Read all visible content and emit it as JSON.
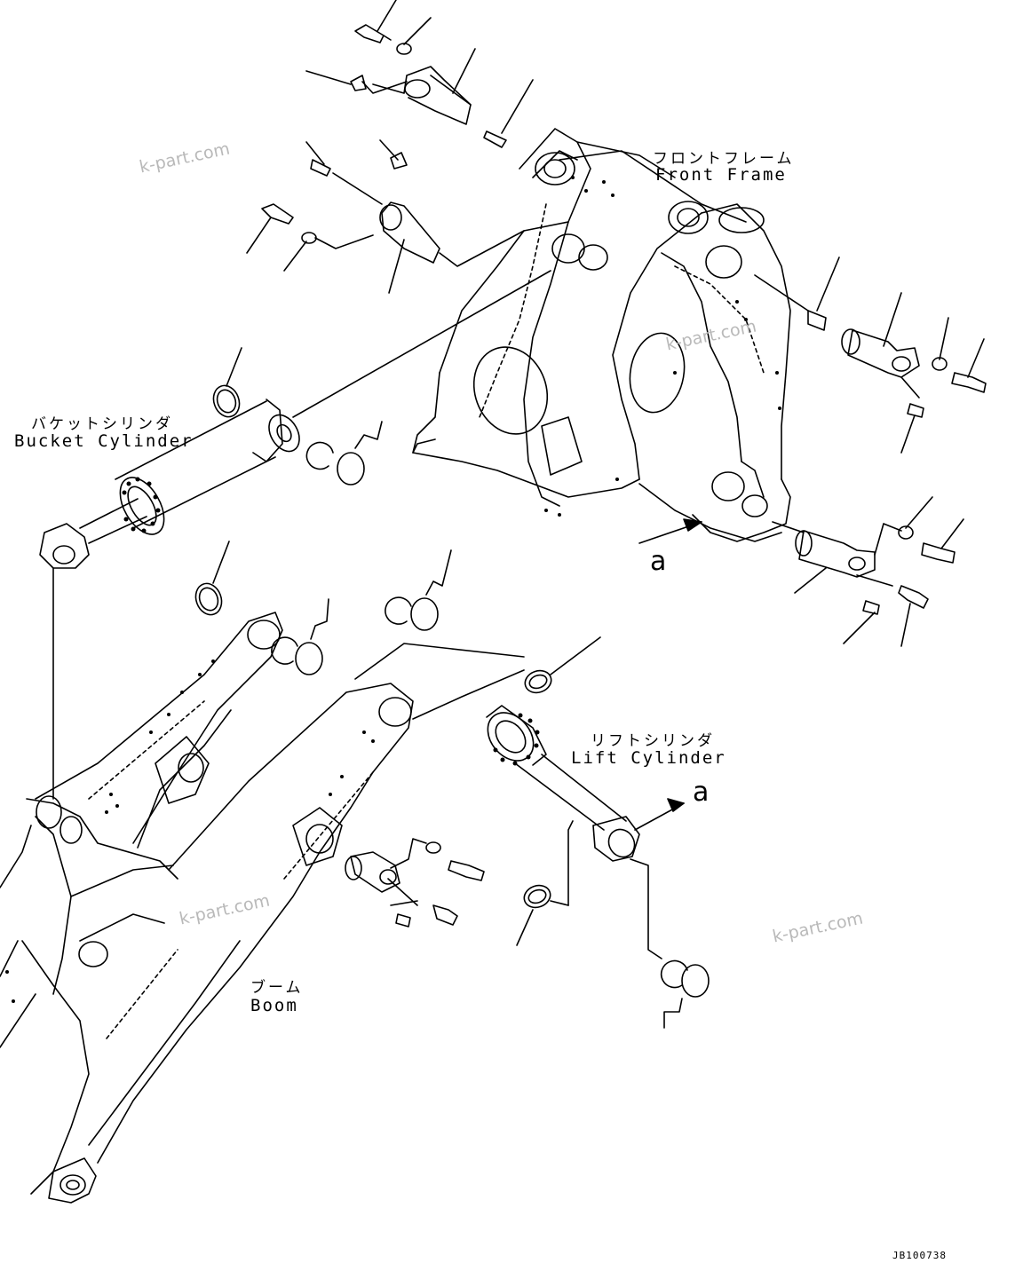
{
  "labels": {
    "front_frame_jp": "フロントフレーム",
    "front_frame_en": "Front Frame",
    "bucket_cylinder_jp": "バケットシリンダ",
    "bucket_cylinder_en": "Bucket Cylinder",
    "lift_cylinder_jp": "リフトシリンダ",
    "lift_cylinder_en": "Lift Cylinder",
    "boom_jp": "ブーム",
    "boom_en": "Boom",
    "view_a_left": "a",
    "view_a_right": "a"
  },
  "watermarks": [
    "k-part.com",
    "k-part.com",
    "k-part.com",
    "k-part.com"
  ],
  "drawing_code": "JB100738"
}
